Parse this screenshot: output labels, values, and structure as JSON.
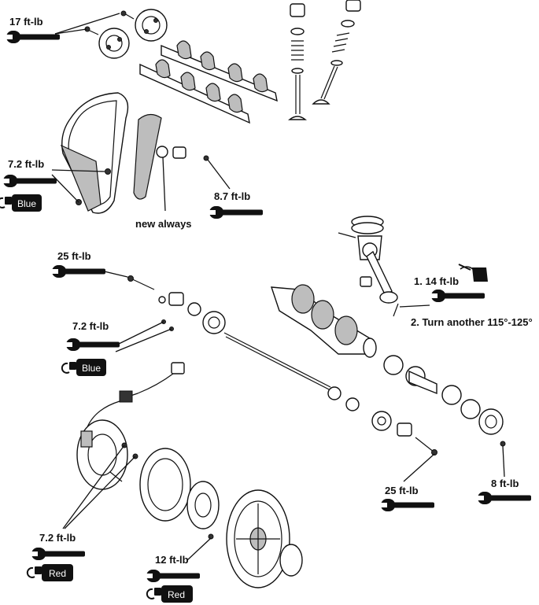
{
  "callouts": {
    "cam_sprocket_bolts": "17 ft-lb",
    "chain_guide_bolts": "7.2 ft-lb",
    "chain_guide_threadlock": "Blue",
    "tensioner_bolt": "8.7 ft-lb",
    "tensioner_note": "new always",
    "crank_bolt": "25 ft-lb",
    "conrod_step1": "1. 14 ft-lb",
    "conrod_step2": "2. Turn another 115°-125°",
    "pickup_bolts": "7.2 ft-lb",
    "pickup_threadlock": "Blue",
    "output_bolt": "25 ft-lb",
    "bearing_bolt": "8 ft-lb",
    "stator_bolts": "7.2 ft-lb",
    "stator_threadlock": "Red",
    "rotor_bolts": "12 ft-lb",
    "rotor_threadlock": "Red"
  },
  "icons": {
    "torque": "wrench-icon",
    "threadlock": "threadlock-bottle-icon",
    "oil": "oil-can-icon"
  },
  "colors": {
    "ink": "#111111",
    "tag_fill": "#111111",
    "tag_text": "#ffffff"
  }
}
